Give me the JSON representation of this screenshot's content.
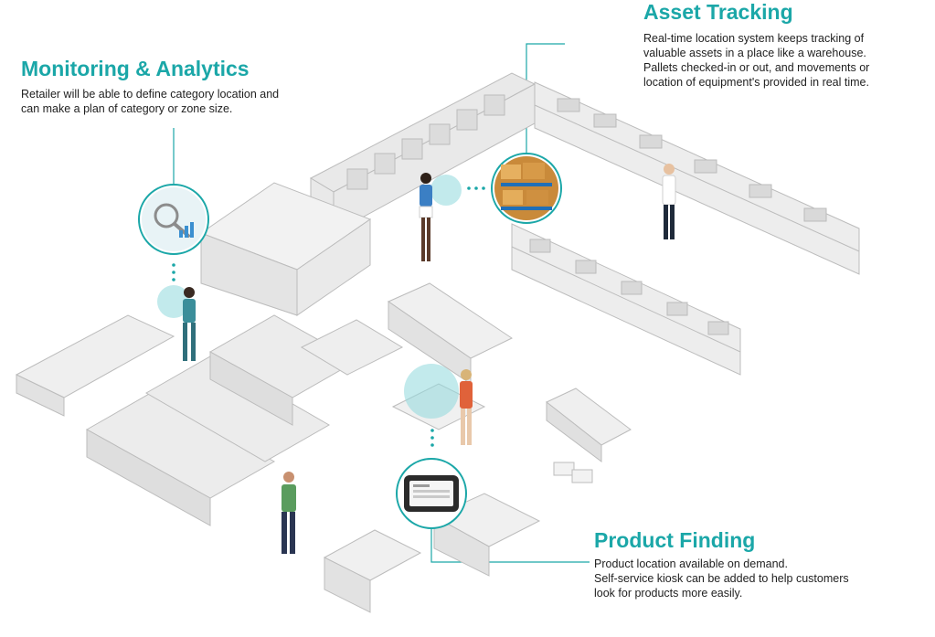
{
  "features": {
    "monitoring": {
      "title": "Monitoring & Analytics",
      "lines": [
        "Retailer will be able to define category location and",
        "can make a plan of category or zone size."
      ],
      "icon": "magnifier-chart-icon"
    },
    "asset_tracking": {
      "title": "Asset Tracking",
      "lines": [
        "Real-time location system keeps tracking of",
        "valuable assets in a place like a warehouse.",
        "Pallets checked-in or out, and movements or",
        "location of equipment's provided in real time."
      ],
      "icon": "warehouse-pallets-icon"
    },
    "product_finding": {
      "title": "Product Finding",
      "lines": [
        "Product location available on demand.",
        "Self-service kiosk can be added to help customers",
        "look for products more easily."
      ],
      "icon": "self-service-kiosk-icon"
    }
  },
  "colors": {
    "accent": "#1ba7a8",
    "hotspot": "#8fd9dc",
    "illustration": "#d7d7d7"
  }
}
